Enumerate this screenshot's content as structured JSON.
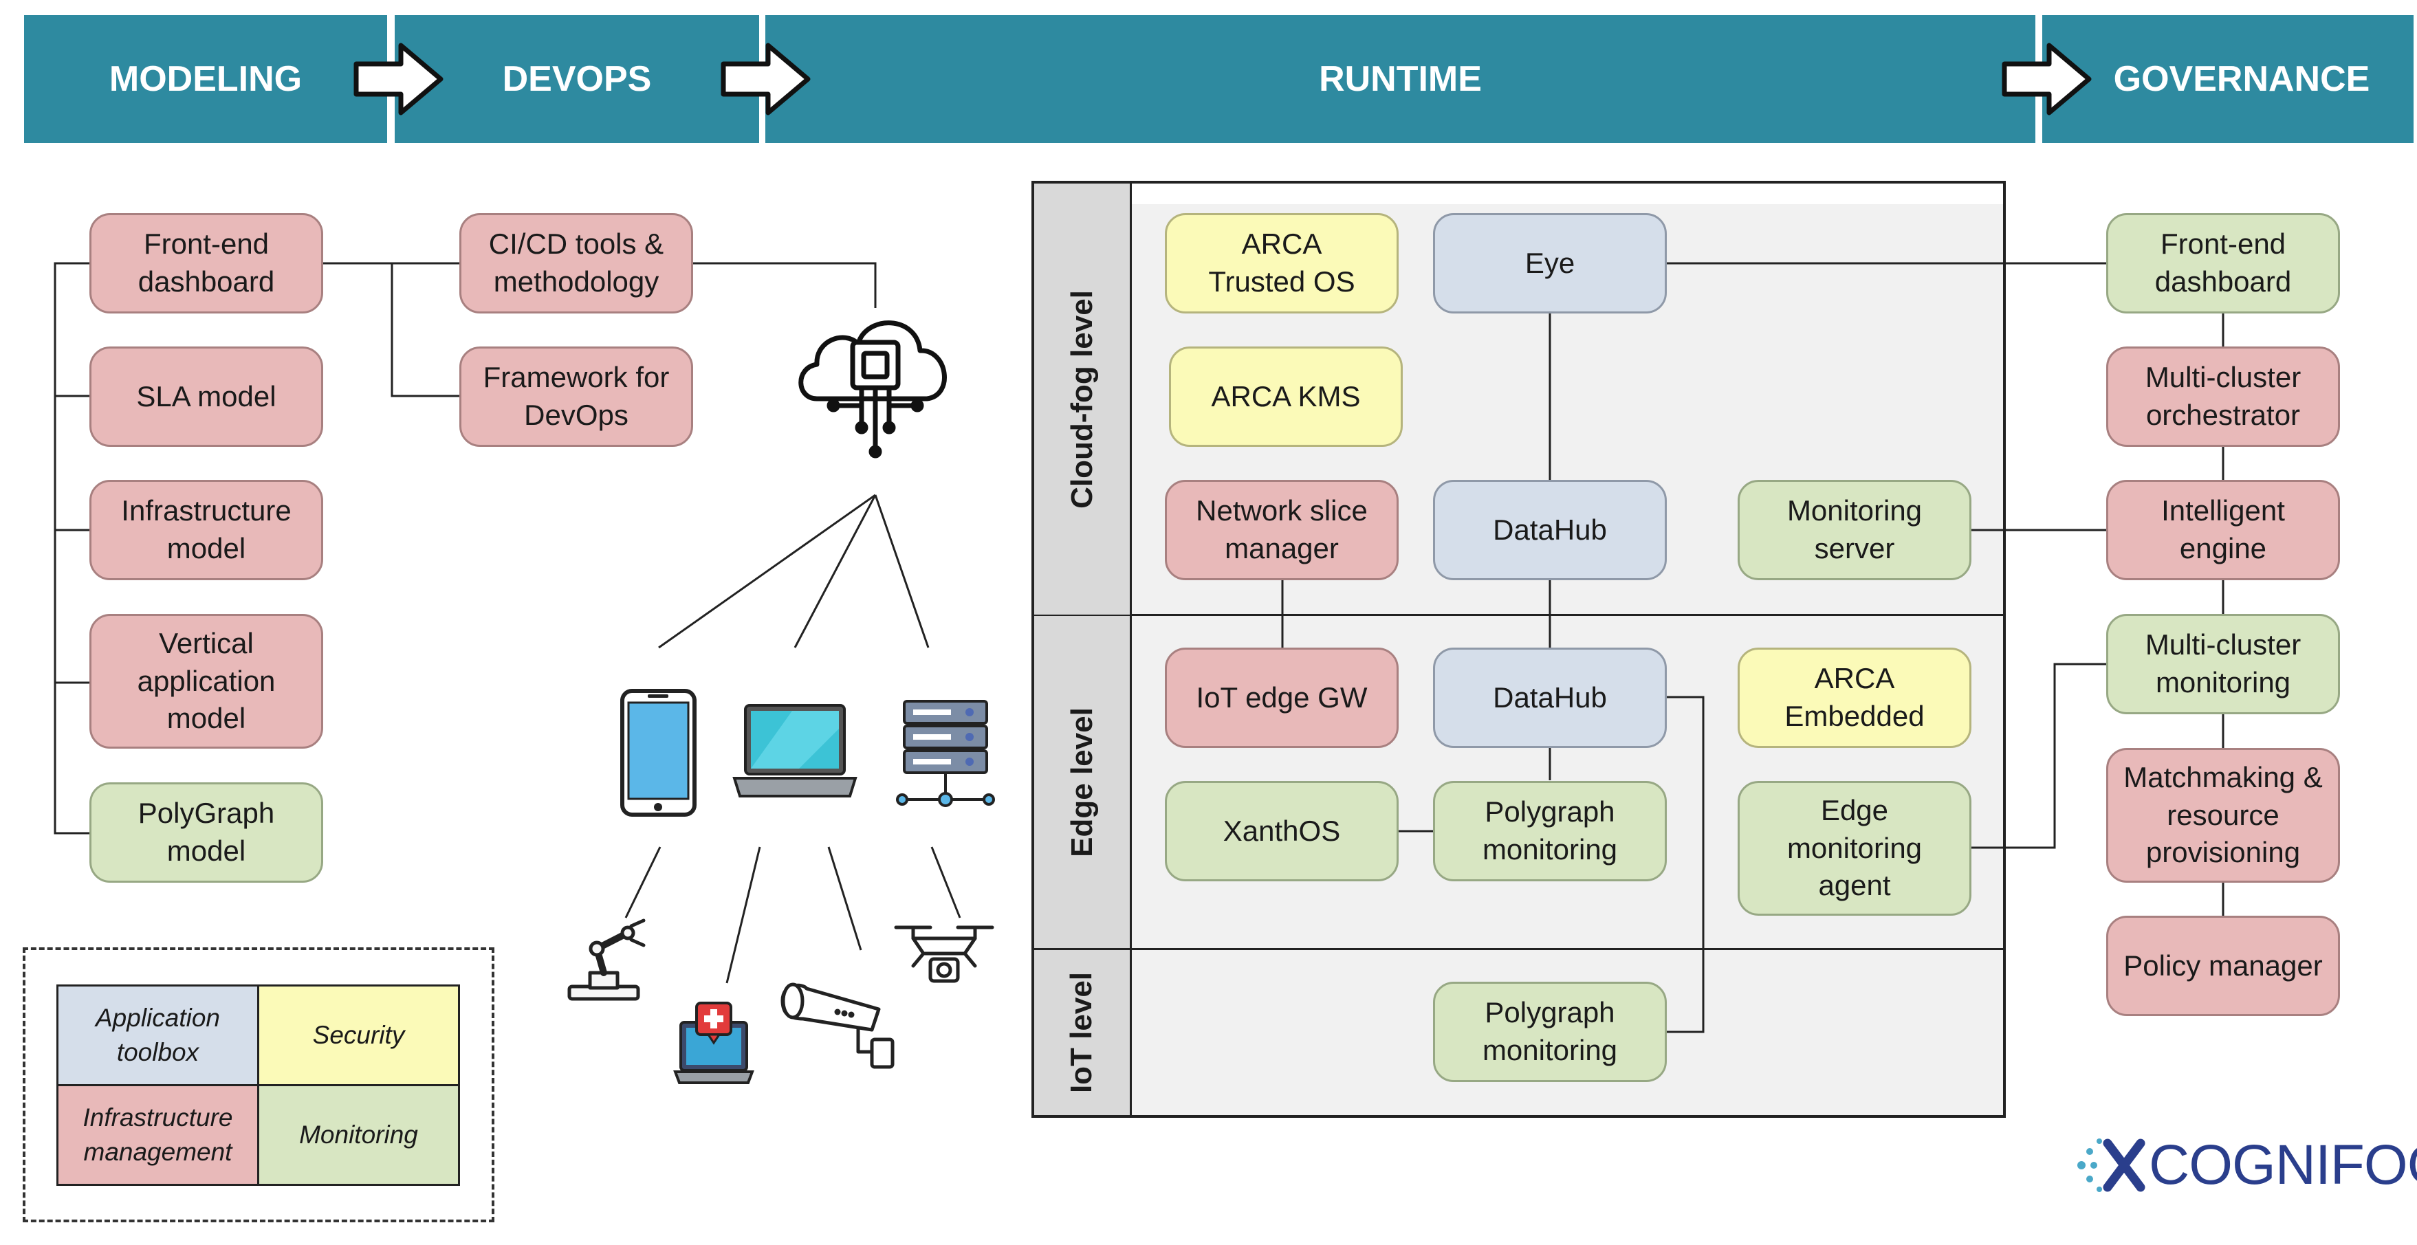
{
  "phases": {
    "modeling": "MODELING",
    "devops": "DEVOPS",
    "runtime": "RUNTIME",
    "governance": "GOVERNANCE"
  },
  "modeling": {
    "frontend": "Front-end\ndashboard",
    "sla": "SLA model",
    "infrastructure": "Infrastructure\nmodel",
    "vertical": "Vertical\napplication\nmodel",
    "polygraph": "PolyGraph\nmodel"
  },
  "devops": {
    "cicd": "CI/CD tools &\nmethodology",
    "framework": "Framework for\nDevOps"
  },
  "runtime": {
    "levels": {
      "cloud": "Cloud-fog level",
      "edge": "Edge level",
      "iot": "IoT level"
    },
    "cloud": {
      "arca_trusted_os": "ARCA\nTrusted OS",
      "eye": "Eye",
      "arca_kms": "ARCA KMS",
      "network_slice": "Network slice\nmanager",
      "datahub": "DataHub",
      "monitoring_server": "Monitoring\nserver"
    },
    "edge": {
      "iot_edge_gw": "IoT edge GW",
      "datahub": "DataHub",
      "arca_embedded": "ARCA\nEmbedded",
      "xanthos": "XanthOS",
      "polygraph_monitoring": "Polygraph\nmonitoring",
      "edge_monitoring_agent": "Edge\nmonitoring\nagent"
    },
    "iot": {
      "polygraph_monitoring": "Polygraph\nmonitoring"
    }
  },
  "governance": {
    "frontend": "Front-end\ndashboard",
    "multi_cluster_orchestrator": "Multi-cluster\norchestrator",
    "intelligent_engine": "Intelligent\nengine",
    "multi_cluster_monitoring": "Multi-cluster\nmonitoring",
    "matchmaking": "Matchmaking &\nresource\nprovisioning",
    "policy_manager": "Policy manager"
  },
  "legend": {
    "application_toolbox": "Application\ntoolbox",
    "security": "Security",
    "infrastructure_management": "Infrastructure\nmanagement",
    "monitoring": "Monitoring"
  },
  "logo": "COGNIFOG",
  "colors": {
    "header": "#2e8aa0",
    "red": "#e8b9b9",
    "green": "#d8e6c2",
    "blue": "#d5deea",
    "yellow": "#fbfab8",
    "level_label": "#d9d9d9",
    "logo": "#2a3e8c"
  },
  "icons": [
    "cloud-chip-icon",
    "smartphone-icon",
    "laptop-icon",
    "server-rack-icon",
    "robot-arm-icon",
    "medical-laptop-icon",
    "security-camera-icon",
    "drone-icon"
  ]
}
